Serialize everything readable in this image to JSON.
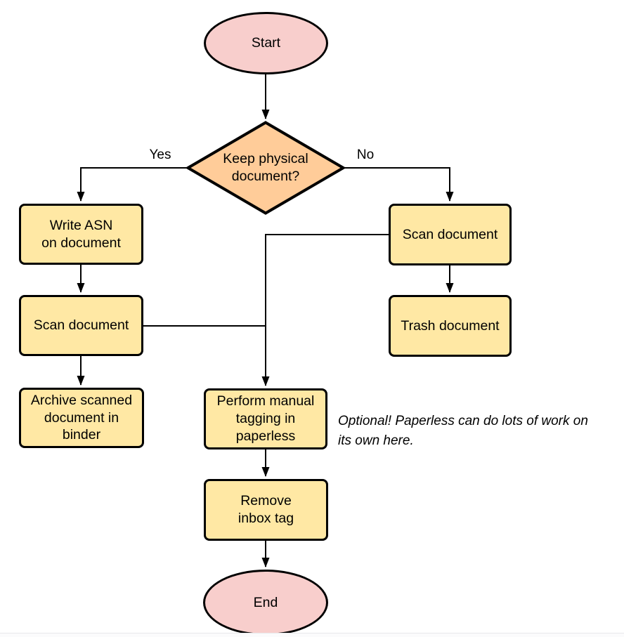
{
  "diagram": {
    "type": "flowchart",
    "colors": {
      "terminal_fill": "#f8cecc",
      "decision_fill": "#ffcc99",
      "process_fill": "#ffe8a4",
      "stroke": "#000000",
      "background": "#ffffff"
    },
    "nodes": {
      "start": {
        "label": "Start",
        "shape": "ellipse"
      },
      "decision": {
        "label": "Keep physical\ndocument?",
        "shape": "diamond"
      },
      "write_asn": {
        "label": "Write ASN\non document",
        "shape": "rounded-rect"
      },
      "scan_left": {
        "label": "Scan document",
        "shape": "rounded-rect"
      },
      "archive": {
        "label": "Archive scanned\ndocument in\nbinder",
        "shape": "rounded-rect"
      },
      "scan_right": {
        "label": "Scan document",
        "shape": "rounded-rect"
      },
      "trash": {
        "label": "Trash document",
        "shape": "rounded-rect"
      },
      "tagging": {
        "label": "Perform manual\ntagging in\npaperless",
        "shape": "rounded-rect"
      },
      "remove_inbox": {
        "label": "Remove\ninbox tag",
        "shape": "rounded-rect"
      },
      "end": {
        "label": "End",
        "shape": "ellipse"
      }
    },
    "edge_labels": {
      "yes": "Yes",
      "no": "No"
    },
    "annotation": "Optional! Paperless can do lots of work on\nits own here."
  }
}
